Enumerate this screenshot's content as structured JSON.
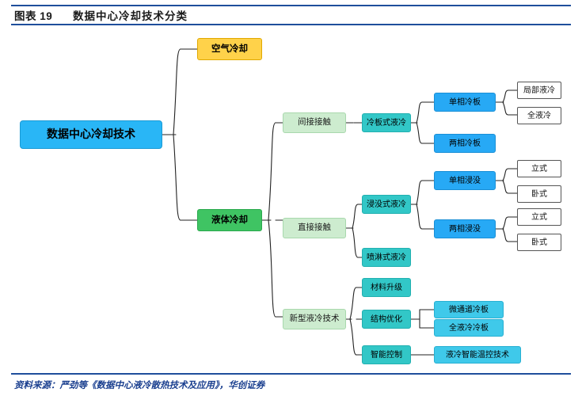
{
  "header": {
    "figure_label": "图表 19",
    "title": "数据中心冷却技术分类"
  },
  "footer": {
    "source": "资料来源：严劲等《数据中心液冷散热技术及应用》，华创证券"
  },
  "diagram": {
    "root": "数据中心冷却技术",
    "level1": [
      {
        "label": "空气冷却"
      },
      {
        "label": "液体冷却"
      }
    ],
    "level2": [
      {
        "label": "间接接触"
      },
      {
        "label": "直接接触"
      },
      {
        "label": "新型液冷技术"
      }
    ],
    "level3": [
      {
        "label": "冷板式液冷"
      },
      {
        "label": "浸没式液冷"
      },
      {
        "label": "喷淋式液冷"
      },
      {
        "label": "材料升级"
      },
      {
        "label": "结构优化"
      },
      {
        "label": "智能控制"
      }
    ],
    "level4": [
      {
        "label": "单相冷板"
      },
      {
        "label": "两相冷板"
      },
      {
        "label": "单相浸没"
      },
      {
        "label": "两相浸没"
      },
      {
        "label": "微通道冷板"
      },
      {
        "label": "全液冷冷板"
      },
      {
        "label": "液冷智能温控技术"
      }
    ],
    "level5": [
      {
        "label": "局部液冷"
      },
      {
        "label": "全液冷"
      },
      {
        "label": "立式"
      },
      {
        "label": "卧式"
      },
      {
        "label": "立式"
      },
      {
        "label": "卧式"
      }
    ]
  },
  "colors": {
    "rule": "#1f4e9c",
    "root": "#29b6f6",
    "air": "#ffd24a",
    "liquid": "#3fc463",
    "mint": "#cdeccf",
    "teal": "#32c7c7",
    "blue": "#27a9f5",
    "white": "#ffffff",
    "footer_text": "#1a3f8f"
  }
}
